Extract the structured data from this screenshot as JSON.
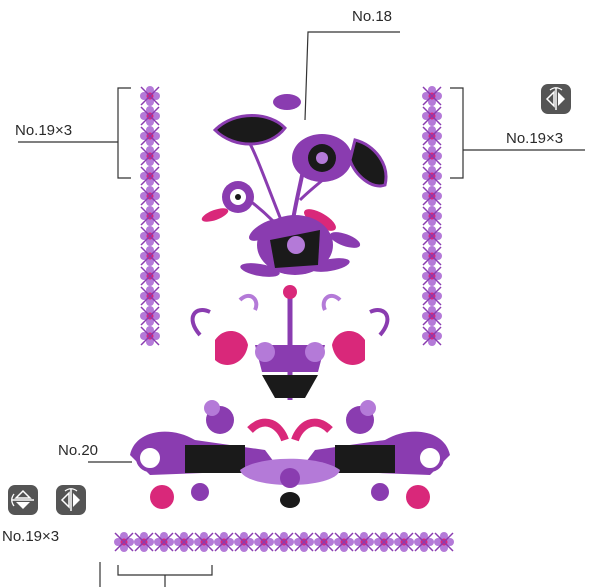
{
  "labels": {
    "top_center": "No.18",
    "left_upper": "No.19×3",
    "right_upper": "No.19×3",
    "left_middle": "No.20",
    "bottom_left": "No.19×3"
  },
  "icons": {
    "flip_horizontal": "mirror-horizontal-icon",
    "flip_vertical": "mirror-vertical-icon"
  },
  "colors": {
    "purple": "#8a3cb0",
    "light_purple": "#b47ad8",
    "pink": "#d9287a",
    "dark": "#1a1a1a",
    "leader": "#333333"
  }
}
